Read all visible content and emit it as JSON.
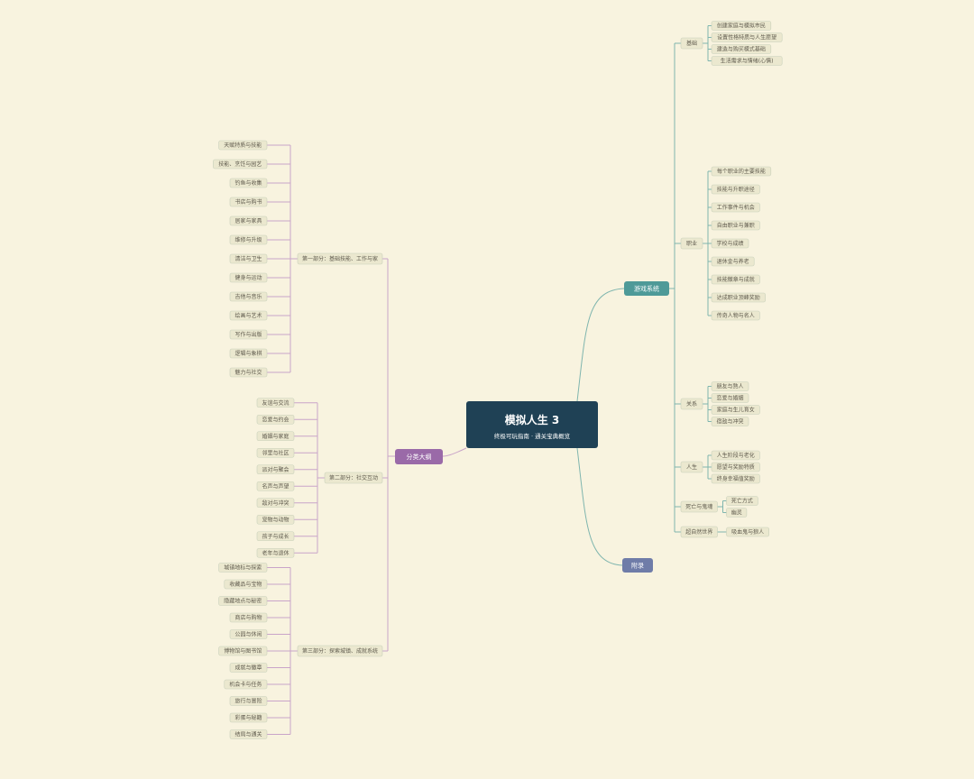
{
  "colors": {
    "background": "#f8f3df",
    "center": "#1f4155",
    "teal": "#4e9a98",
    "purple": "#9a6aa8",
    "slate": "#6f7ca8",
    "node_fill": "#ebe8cf",
    "node_border": "#c8d0bb",
    "right_line": "#7fb5ae",
    "left_line": "#c9a4c9"
  },
  "center": {
    "title": "模拟人生 3",
    "subtitle": "终极可玩指南 · 通关宝典概览"
  },
  "right_branch": {
    "label": "游戏系统",
    "groups": [
      {
        "label": "基础",
        "items": [
          "创建家庭与模拟市民",
          "设置性格特质与人生愿望",
          "建造与购买模式基础",
          "生活需求与情绪(心情)"
        ]
      },
      {
        "label": "职业",
        "items": [
          "每个职业的主要技能",
          "技能与升职途径",
          "工作事件与机会",
          "自由职业与兼职",
          "学校与成绩",
          "退休金与养老",
          "技能徽章与成就",
          "达成职业顶峰奖励",
          "传奇人物与名人"
        ]
      },
      {
        "label": "关系",
        "items": [
          "朋友与熟人",
          "恋爱与婚姻",
          "家庭与生儿育女",
          "宿敌与冲突"
        ]
      },
      {
        "label": "人生",
        "items": [
          "人生阶段与老化",
          "愿望与奖励特质",
          "终身幸福值奖励"
        ]
      },
      {
        "label": "死亡与鬼魂",
        "items": [
          "死亡方式",
          "幽灵"
        ]
      },
      {
        "label": "超自然世界",
        "items": [
          "吸血鬼与狼人"
        ]
      }
    ]
  },
  "left_branch": {
    "label": "分类大纲",
    "groups": [
      {
        "label": "第一部分：基础技能、工作与家",
        "items": [
          "天赋特质与技能",
          "技能、烹饪与园艺",
          "钓鱼与收集",
          "书店与购书",
          "居家与家具",
          "维修与升级",
          "清洁与卫生",
          "健身与运动",
          "吉他与音乐",
          "绘画与艺术",
          "写作与出版",
          "逻辑与象棋",
          "魅力与社交"
        ]
      },
      {
        "label": "第二部分：社交互动",
        "items": [
          "友谊与交流",
          "恋爱与约会",
          "婚姻与家庭",
          "邻里与社区",
          "派对与聚会",
          "名声与声望",
          "敌对与冲突",
          "宠物与动物",
          "孩子与成长",
          "老年与退休"
        ]
      },
      {
        "label": "第三部分：探索城镇、成就系统",
        "items": [
          "城镇地标与探索",
          "收藏品与宝物",
          "隐藏地点与秘密",
          "商店与购物",
          "公园与休闲",
          "博物馆与图书馆",
          "成就与徽章",
          "机会卡与任务",
          "旅行与冒险",
          "彩蛋与秘籍",
          "结局与通关"
        ]
      }
    ]
  },
  "bottom_branch": {
    "label": "附录"
  }
}
